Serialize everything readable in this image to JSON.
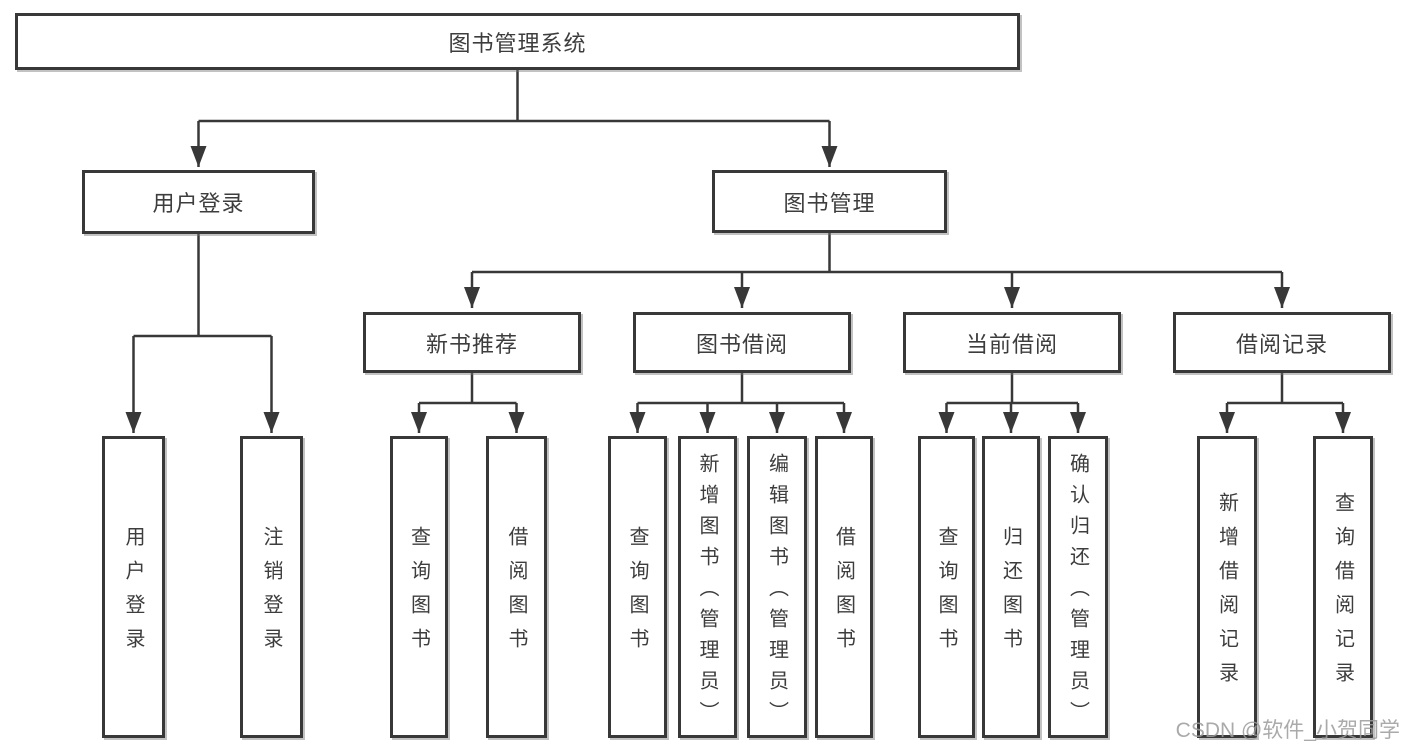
{
  "colors": {
    "line": "#383838",
    "box_border": "#383838",
    "text": "#3d3d3d",
    "watermark_text": "#9c9c9c",
    "background": "#ffffff"
  },
  "diagram": {
    "root": {
      "label": "图书管理系统"
    },
    "branches": [
      {
        "label": "用户登录",
        "children": [
          "用户登录",
          "注销登录"
        ]
      },
      {
        "label": "图书管理",
        "children": [
          {
            "label": "新书推荐",
            "children": [
              "查询图书",
              "借阅图书"
            ]
          },
          {
            "label": "图书借阅",
            "children": [
              "查询图书",
              "新增图书（管理员）",
              "编辑图书（管理员）",
              "借阅图书"
            ]
          },
          {
            "label": "当前借阅",
            "children": [
              "查询图书",
              "归还图书",
              "确认归还（管理员）"
            ]
          },
          {
            "label": "借阅记录",
            "children": [
              "新增借阅记录",
              "查询借阅记录"
            ]
          }
        ]
      }
    ]
  },
  "watermark": "CSDN @软件_小贺同学"
}
